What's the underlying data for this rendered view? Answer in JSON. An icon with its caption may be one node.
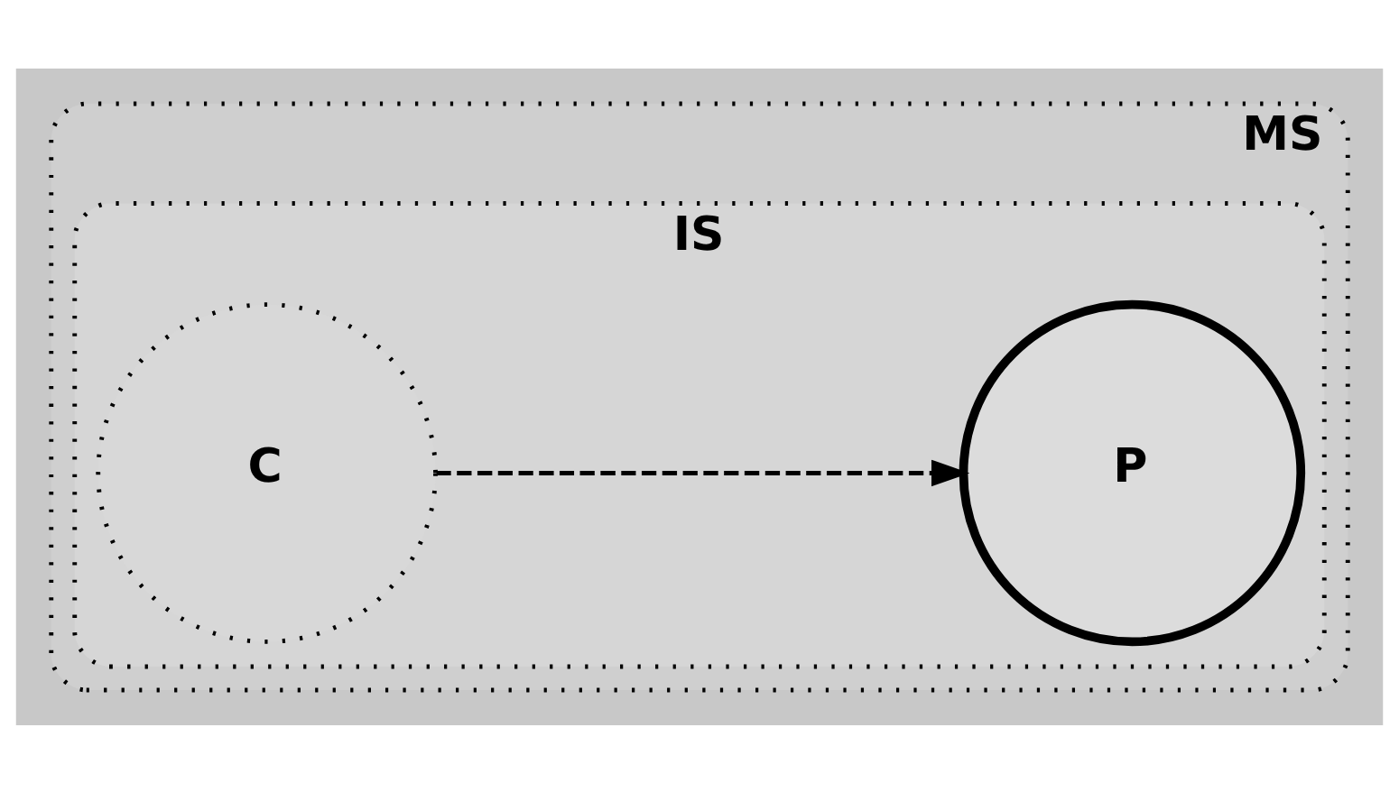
{
  "diagram": {
    "nodes": [
      {
        "text": [
          "MS"
        ]
      },
      {
        "text": [
          "IS"
        ],
        "in": 0
      },
      {
        "text": [
          "C"
        ],
        "in": 1
      },
      {
        "text": [
          "P"
        ],
        "in": 1
      }
    ],
    "edges": [
      {
        "from": 2,
        "to": 3,
        "arrow": "to",
        "style": "dashed"
      }
    ]
  }
}
